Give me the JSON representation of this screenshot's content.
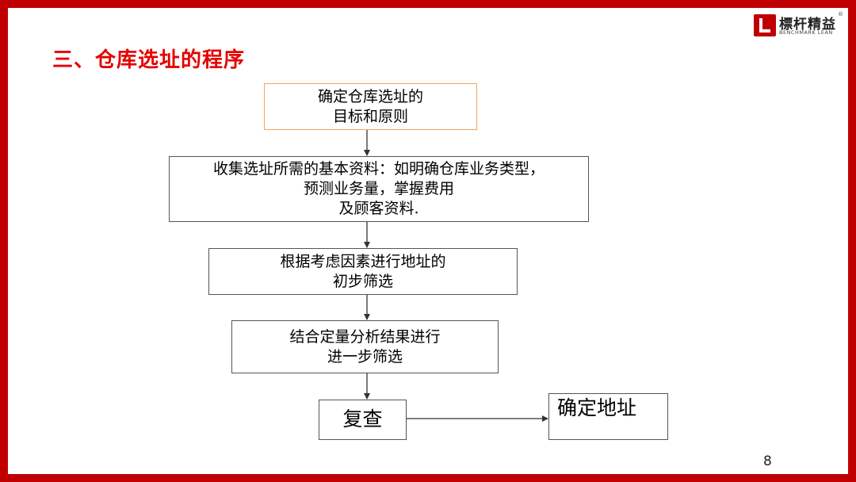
{
  "slide": {
    "title": "三、仓库选址的程序",
    "page_number": "8",
    "accent_color": "#e60000",
    "frame_color": "#c00000"
  },
  "logo": {
    "name_cn": "標杆精益",
    "name_en": "BENCHMARK LEAN",
    "registered": "®"
  },
  "flowchart": {
    "steps": [
      "确定仓库选址的\n目标和原则",
      "收集选址所需的基本资料：如明确仓库业务类型，\n预测业务量，掌握费用\n及顾客资料.",
      "根据考虑因素进行地址的\n初步筛选",
      "结合定量分析结果进行\n进一步筛选",
      "复查"
    ],
    "result": "确定地址"
  }
}
